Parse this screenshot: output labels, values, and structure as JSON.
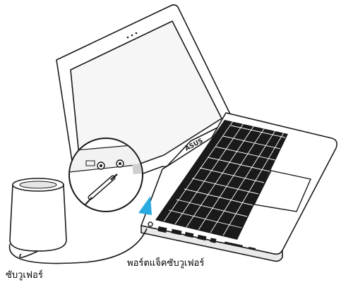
{
  "labels": {
    "port": "พอร์ตแจ็คซับวูเฟอร์",
    "subwoofer": "ซับวูเฟอร์"
  },
  "brand": {
    "logo_text": "ASUS"
  },
  "colors": {
    "ink": "#1a1a1a",
    "highlight": "#29aae1",
    "line": "#444444"
  }
}
